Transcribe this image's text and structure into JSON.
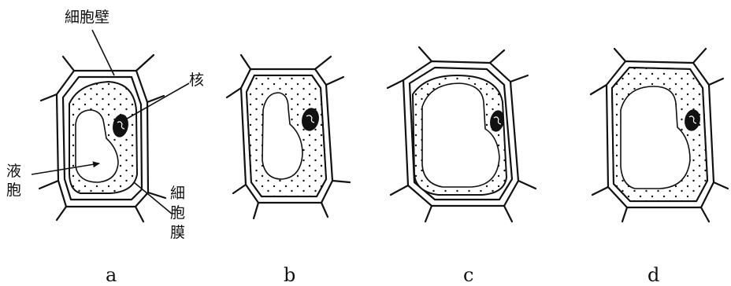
{
  "labels": {
    "cell_wall": "細胞壁",
    "nucleus": "核",
    "vacuole": [
      "液",
      "胞"
    ],
    "cell_membrane": [
      "細",
      "胞",
      "膜"
    ]
  },
  "captions": {
    "a": "a",
    "b": "b",
    "c": "c",
    "d": "d"
  }
}
